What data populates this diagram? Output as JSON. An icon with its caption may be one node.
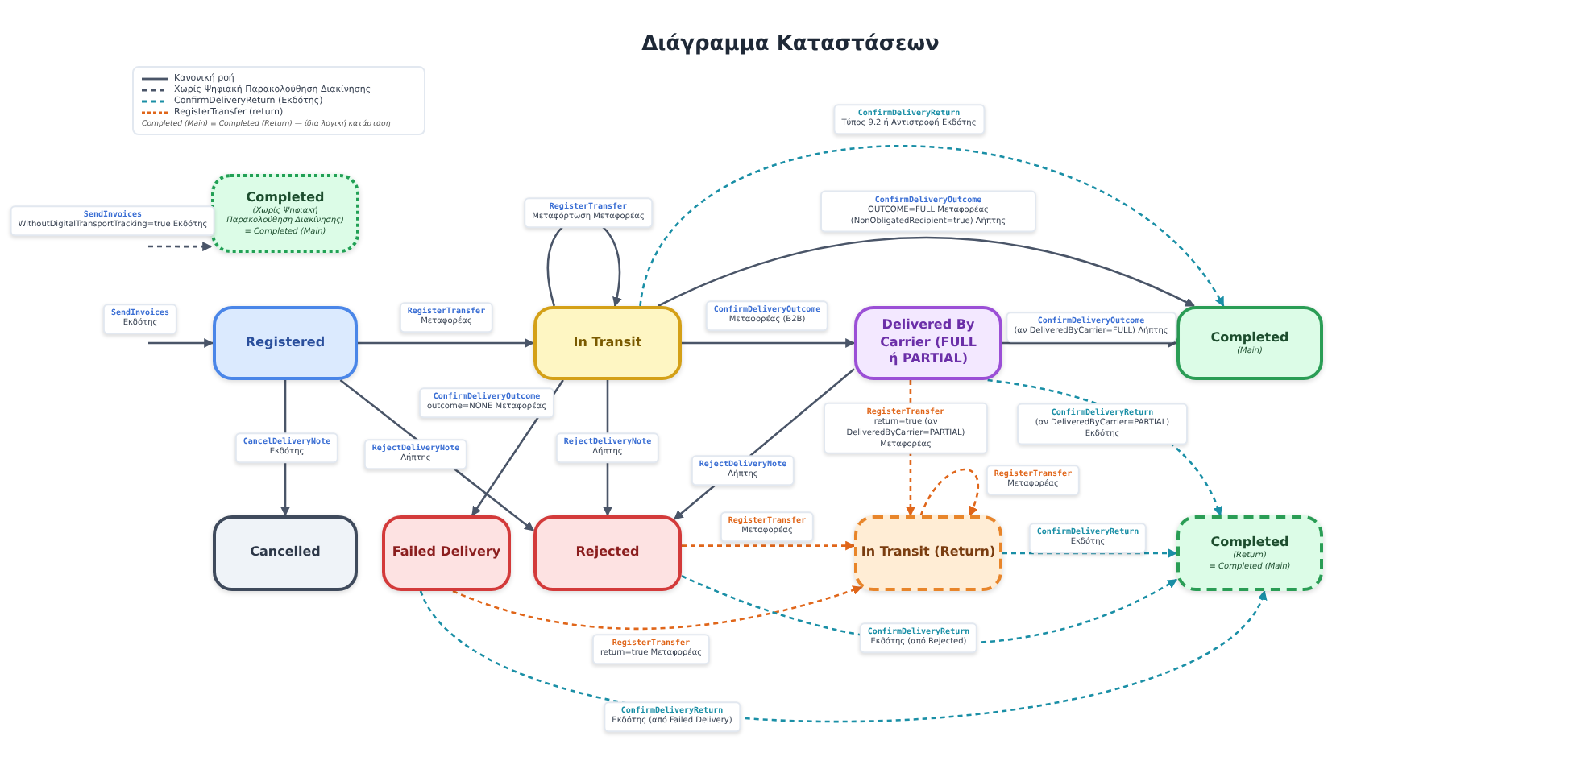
{
  "diagram": {
    "title": "Διάγραμμα Καταστάσεων",
    "nodes": [
      {
        "text": [
          "Completed",
          "(Χωρίς Ψηφιακή Παρακολούθηση Διακίνησης)",
          "≡ Completed (Main)"
        ]
      },
      {
        "text": [
          "Registered"
        ]
      },
      {
        "text": [
          "In Transit"
        ]
      },
      {
        "text": [
          "Delivered By Carrier (FULL ή PARTIAL)"
        ]
      },
      {
        "text": [
          "Completed",
          "(Main)"
        ]
      },
      {
        "text": [
          "Cancelled"
        ]
      },
      {
        "text": [
          "Failed Delivery"
        ]
      },
      {
        "text": [
          "Rejected"
        ]
      },
      {
        "text": [
          "In Transit (Return)"
        ]
      },
      {
        "text": [
          "Completed",
          "(Return)",
          "≡ Completed (Main)"
        ]
      }
    ],
    "edges": [
      {
        "from": null,
        "to": 1,
        "arrow": "to",
        "label": "SendInvoices Εκδότης"
      },
      {
        "from": null,
        "to": 0,
        "arrow": "to",
        "style": "dashed",
        "label": "SendInvoices WithoutDigitalTransportTracking=true Εκδότης"
      },
      {
        "from": 1,
        "to": 2,
        "arrow": "to",
        "label": "RegisterTransfer Μεταφορέας"
      },
      {
        "from": 2,
        "to": 2,
        "arrow": "to",
        "label": "RegisterTransfer Μεταφόρτωση Μεταφορέας"
      },
      {
        "from": 2,
        "to": 3,
        "arrow": "to",
        "label": "ConfirmDeliveryOutcome Μεταφορέας (B2B)"
      },
      {
        "from": 2,
        "to": 4,
        "arrow": "to",
        "label": "ConfirmDeliveryOutcome OUTCOME=FULL Μεταφορέας (NonObligatedRecipient=true) Λήπτης"
      },
      {
        "from": 2,
        "to": 4,
        "arrow": "to",
        "style": "dashed",
        "color": "#1a8fa6",
        "label": "ConfirmDeliveryReturn Τύπος 9.2 ή Αντιστροφή Εκδότης"
      },
      {
        "from": 3,
        "to": 4,
        "arrow": "to",
        "label": "ConfirmDeliveryOutcome (αν DeliveredByCarrier=FULL) Λήπτης"
      },
      {
        "from": 1,
        "to": 5,
        "arrow": "to",
        "label": "CancelDeliveryNote Εκδότης"
      },
      {
        "from": 1,
        "to": 7,
        "arrow": "to",
        "label": "RejectDeliveryNote Λήπτης"
      },
      {
        "from": 2,
        "to": 6,
        "arrow": "to",
        "label": "ConfirmDeliveryOutcome outcome=NONE Μεταφορέας"
      },
      {
        "from": 2,
        "to": 7,
        "arrow": "to",
        "label": "RejectDeliveryNote Λήπτης"
      },
      {
        "from": 3,
        "to": 7,
        "arrow": "to",
        "label": "RejectDeliveryNote Λήπτης"
      },
      {
        "from": 3,
        "to": 8,
        "arrow": "to",
        "style": "dashed",
        "color": "#e0661a",
        "label": "RegisterTransfer return=true (αν DeliveredByCarrier=PARTIAL) Μεταφορέας"
      },
      {
        "from": 3,
        "to": 9,
        "arrow": "to",
        "style": "dashed",
        "color": "#1a8fa6",
        "label": "ConfirmDeliveryReturn (αν DeliveredByCarrier=PARTIAL) Εκδότης"
      },
      {
        "from": 8,
        "to": 8,
        "arrow": "to",
        "style": "dashed",
        "color": "#e0661a",
        "label": "RegisterTransfer Μεταφορέας"
      },
      {
        "from": 7,
        "to": 8,
        "arrow": "to",
        "style": "dashed",
        "color": "#e0661a",
        "label": "RegisterTransfer Μεταφορέας"
      },
      {
        "from": 8,
        "to": 9,
        "arrow": "to",
        "style": "dashed",
        "color": "#1a8fa6",
        "label": "ConfirmDeliveryReturn Εκδότης"
      },
      {
        "from": 6,
        "to": 8,
        "arrow": "to",
        "style": "dashed",
        "color": "#e0661a",
        "label": "RegisterTransfer return=true Μεταφορέας"
      },
      {
        "from": 7,
        "to": 9,
        "arrow": "to",
        "style": "dashed",
        "color": "#1a8fa6",
        "label": "ConfirmDeliveryReturn Εκδότης (από Rejected)"
      },
      {
        "from": 6,
        "to": 9,
        "arrow": "to",
        "style": "dashed",
        "color": "#1a8fa6",
        "label": "ConfirmDeliveryReturn Εκδότης (από Failed Delivery)"
      }
    ],
    "labels": [
      "Completed (Main) ≡ Completed (Return) — ίδια λογική κατάσταση"
    ],
    "legend": [
      {
        "text": "Κανονική ροή"
      },
      {
        "text": "Χωρίς Ψηφιακή Παρακολούθηση Διακίνησης"
      },
      {
        "text": "ConfirmDeliveryReturn (Εκδότης)"
      },
      {
        "text": "RegisterTransfer (return)"
      }
    ]
  }
}
